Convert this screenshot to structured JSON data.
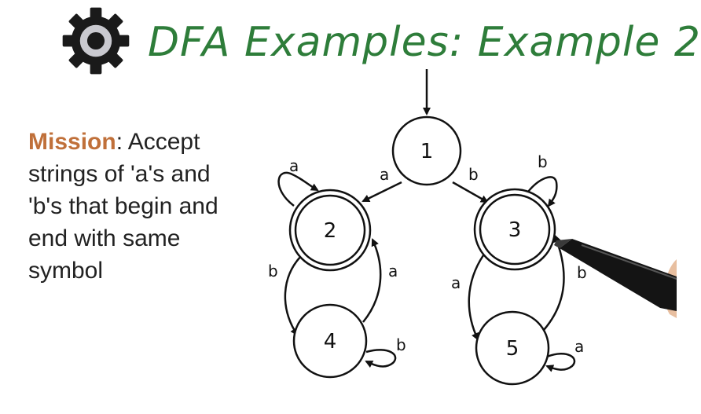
{
  "title": "DFA Examples: Example 2",
  "mission": {
    "label": "Mission",
    "text": ": Accept strings of 'a's and 'b's that begin and end with same symbol"
  },
  "icons": {
    "logo": "gear-icon",
    "pen": "marker-pen-icon"
  },
  "colors": {
    "title": "#2e7d3a",
    "mission_label": "#c0703a",
    "gear": "#1a1a1a"
  },
  "dfa": {
    "start_state": "1",
    "states": [
      {
        "id": "1",
        "label": "1",
        "accepting": false
      },
      {
        "id": "2",
        "label": "2",
        "accepting": true
      },
      {
        "id": "3",
        "label": "3",
        "accepting": true
      },
      {
        "id": "4",
        "label": "4",
        "accepting": false
      },
      {
        "id": "5",
        "label": "5",
        "accepting": false
      }
    ],
    "transitions": [
      {
        "from": "1",
        "to": "2",
        "symbol": "a"
      },
      {
        "from": "1",
        "to": "3",
        "symbol": "b"
      },
      {
        "from": "2",
        "to": "2",
        "symbol": "a"
      },
      {
        "from": "2",
        "to": "4",
        "symbol": "b"
      },
      {
        "from": "4",
        "to": "2",
        "symbol": "a"
      },
      {
        "from": "4",
        "to": "4",
        "symbol": "b"
      },
      {
        "from": "3",
        "to": "3",
        "symbol": "b"
      },
      {
        "from": "3",
        "to": "5",
        "symbol": "a"
      },
      {
        "from": "5",
        "to": "3",
        "symbol": "b"
      },
      {
        "from": "5",
        "to": "5",
        "symbol": "a"
      }
    ]
  }
}
